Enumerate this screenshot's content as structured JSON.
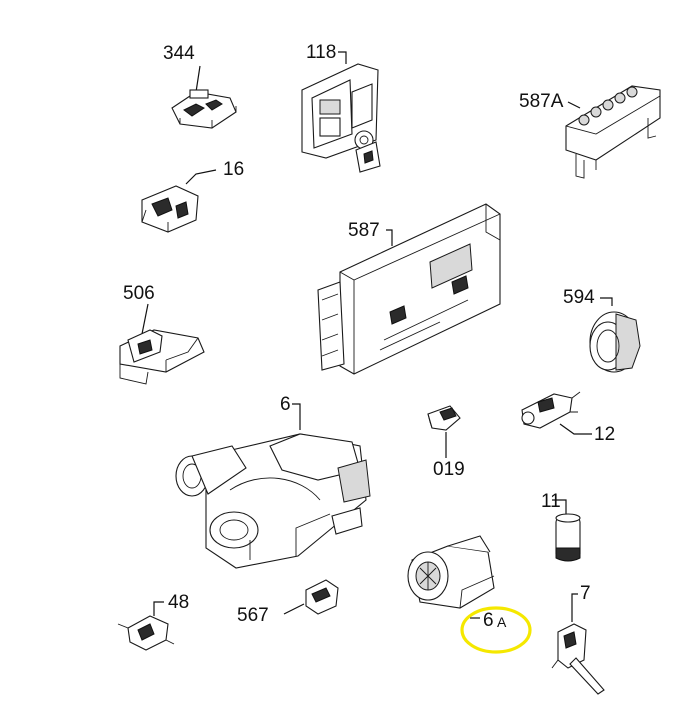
{
  "labels": {
    "p344": "344",
    "p118": "118",
    "p587A": "587A",
    "p16": "16",
    "p587": "587",
    "p506": "506",
    "p594": "594",
    "p6": "6",
    "p019": "019",
    "p12": "12",
    "p11": "11",
    "p48": "48",
    "p567": "567",
    "p6A_dash": "6",
    "p6A_letter": "A",
    "p7": "7"
  },
  "colors": {
    "highlight": "#f5e800",
    "ink": "#1a1a1a",
    "background": "#ffffff"
  }
}
